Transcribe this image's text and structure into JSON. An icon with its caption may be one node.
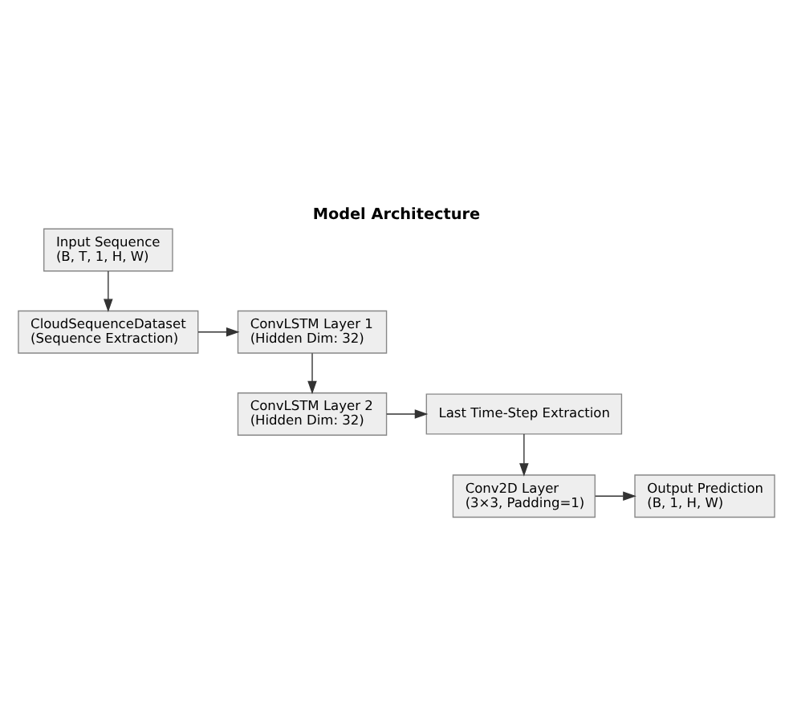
{
  "diagram": {
    "title": "Model Architecture",
    "nodes": [
      {
        "text": [
          "Input Sequence",
          "(B, T, 1, H, W)"
        ]
      },
      {
        "text": [
          "CloudSequenceDataset",
          "(Sequence Extraction)"
        ]
      },
      {
        "text": [
          "ConvLSTM Layer 1",
          "(Hidden Dim: 32)"
        ]
      },
      {
        "text": [
          "ConvLSTM Layer 2",
          "(Hidden Dim: 32)"
        ]
      },
      {
        "text": [
          "Last Time-Step Extraction"
        ]
      },
      {
        "text": [
          "Conv2D Layer",
          "(3×3, Padding=1)"
        ]
      },
      {
        "text": [
          "Output Prediction",
          "(B, 1, H, W)"
        ]
      }
    ],
    "edges": [
      {
        "from": 0,
        "to": 1,
        "arrow": "to"
      },
      {
        "from": 1,
        "to": 2,
        "arrow": "to"
      },
      {
        "from": 2,
        "to": 3,
        "arrow": "to"
      },
      {
        "from": 3,
        "to": 4,
        "arrow": "to"
      },
      {
        "from": 4,
        "to": 5,
        "arrow": "to"
      },
      {
        "from": 5,
        "to": 6,
        "arrow": "to"
      }
    ]
  }
}
